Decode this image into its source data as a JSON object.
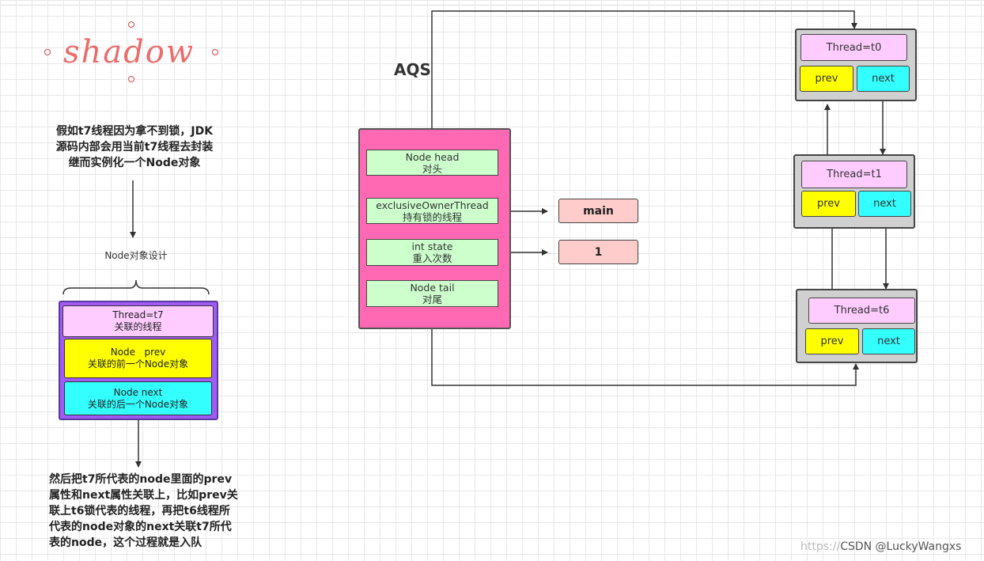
{
  "logo": {
    "text": "shadow"
  },
  "left": {
    "intro": [
      "假如t7线程因为拿不到锁，JDK",
      "源码内部会用当前t7线程去封装",
      "继而实例化一个Node对象"
    ],
    "design_label": "Node对象设计",
    "node_fields": {
      "thread": [
        "Thread=t7",
        "关联的线程"
      ],
      "prev": [
        "Node   prev",
        "关联的前一个Node对象"
      ],
      "next": [
        "Node next",
        "关联的后一个Node对象"
      ]
    },
    "outro": [
      "然后把t7所代表的node里面的prev",
      "属性和next属性关联上，比如prev关",
      "联上t6锁代表的线程，再把t6线程所",
      "代表的node对象的next关联t7所代",
      "表的node，这个过程就是入队"
    ]
  },
  "aqs": {
    "title": "AQS",
    "fields": {
      "head": [
        "Node head",
        "对头"
      ],
      "owner": [
        "exclusiveOwnerThread",
        "持有锁的线程"
      ],
      "state": [
        "int state",
        "重入次数"
      ],
      "tail": [
        "Node tail",
        "对尾"
      ]
    },
    "owner_value": "main",
    "state_value": "1"
  },
  "queue": {
    "t0": {
      "thread": "Thread=t0",
      "prev": "prev",
      "next": "next"
    },
    "t1": {
      "thread": "Thread=t1",
      "prev": "prev",
      "next": "next"
    },
    "t6": {
      "thread": "Thread=t6",
      "prev": "prev",
      "next": "next"
    }
  },
  "watermark": {
    "faint": "https://",
    "text": "CSDN @LuckyWangxs"
  },
  "colors": {
    "aqs_bg": "#ff69b4",
    "field_green": "#ccffcc",
    "value_pink": "#ffcccc",
    "thread_pink": "#ffccff",
    "prev_yellow": "#ffff00",
    "next_cyan": "#33ffff",
    "node_purple": "#a05af5",
    "queue_gray": "#d0d0d0",
    "logo_red": "#ec6b6b"
  }
}
